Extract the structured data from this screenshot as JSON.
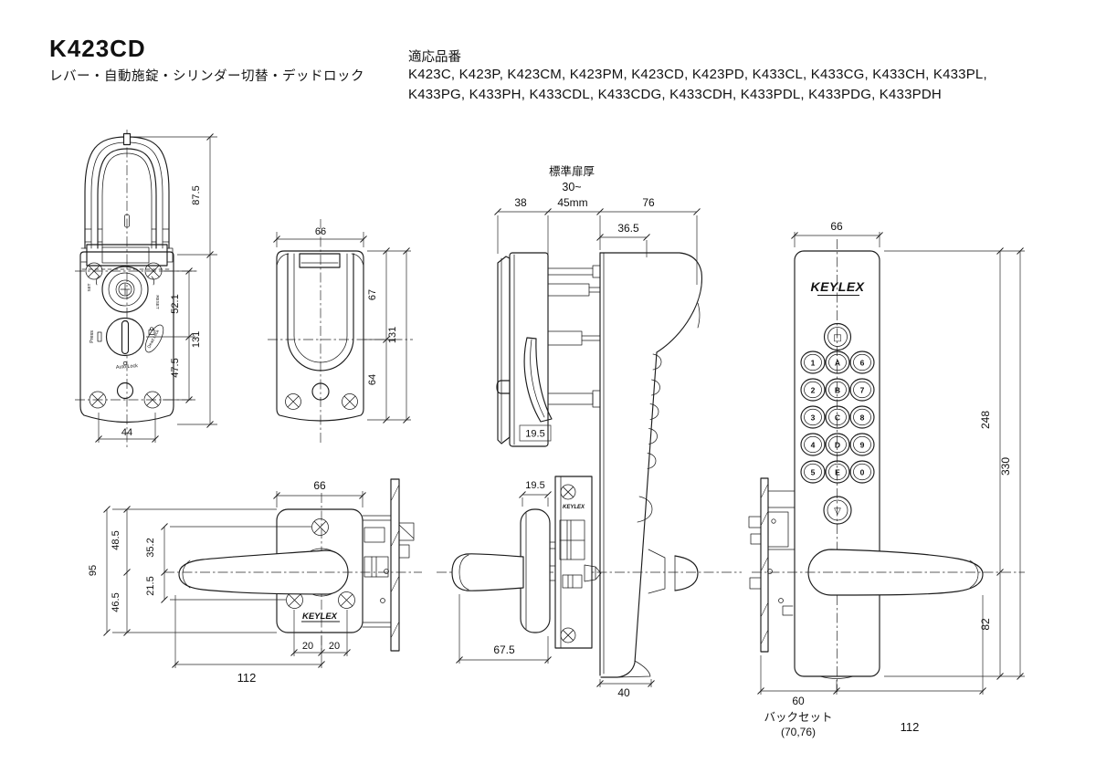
{
  "header": {
    "model": "K423CD",
    "subtitle": "レバー・自動施錠・シリンダー切替・デッドロック"
  },
  "applicable": {
    "heading": "適応品番",
    "line1": "K423C, K423P, K423CM, K423PM, K423CD, K423PD, K433CL, K433CG, K433CH, K433PL,",
    "line2": "K433PG, K433PH, K433CDL, K433CDG, K433CDH, K433PDL, K433PDG, K433PDH"
  },
  "brand": {
    "logo": "KEYLEX"
  },
  "views": {
    "interior_front": {
      "dims": {
        "upper_height": "87.5",
        "center_span": "52.1",
        "body_height": "131",
        "lower_span": "47.5",
        "width": "44"
      },
      "face": {
        "set": "SET",
        "reset": "RESET",
        "press": "Press",
        "auto_lock": "Auto Lock",
        "dead_lock": "Dead Lock"
      }
    },
    "cover_front": {
      "dims": {
        "width": "66",
        "upper": "67",
        "total": "131",
        "lower": "64"
      }
    },
    "side_section": {
      "door_thickness": {
        "line1": "標準扉厚",
        "line2": "30~",
        "line3": "45mm"
      },
      "dims": {
        "interior_depth": "38",
        "exterior_depth": "76",
        "head_depth": "36.5",
        "hook_depth": "19.5",
        "rose_depth": "19.5",
        "lever_length": "67.5",
        "bottom_depth": "40"
      }
    },
    "exterior_front": {
      "dims": {
        "width": "66",
        "upper_height": "248",
        "total_height": "330",
        "lower_height": "82",
        "backset": "60",
        "lever_length": "112"
      },
      "backset_note": {
        "label": "バックセット",
        "values": "(70,76)"
      },
      "keypad": {
        "function_key": "□",
        "arrow_key": "▽",
        "keys": [
          "1",
          "A",
          "6",
          "2",
          "B",
          "7",
          "3",
          "C",
          "8",
          "4",
          "D",
          "9",
          "5",
          "E",
          "0"
        ]
      }
    },
    "interior_lever": {
      "dims": {
        "width": "66",
        "plate_height": "95",
        "upper_half": "48.5",
        "lower_half": "46.5",
        "screw_upper": "35.2",
        "screw_lower": "21.5",
        "screw_left": "20",
        "screw_right": "20",
        "lever_length": "112"
      }
    }
  }
}
